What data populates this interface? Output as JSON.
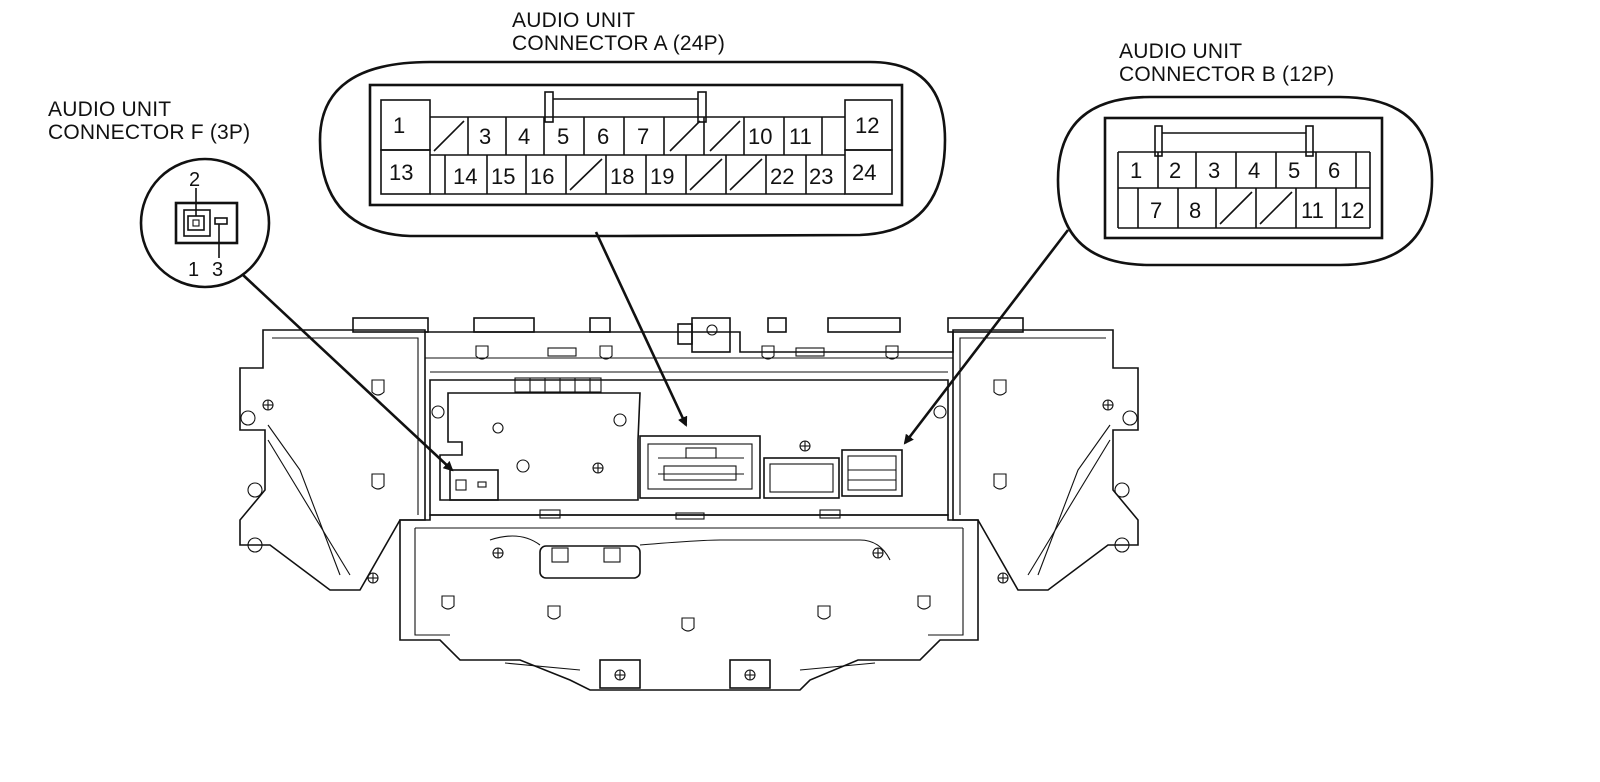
{
  "labels": {
    "connector_a": [
      "AUDIO UNIT",
      "CONNECTOR A (24P)"
    ],
    "connector_b": [
      "AUDIO UNIT",
      "CONNECTOR B (12P)"
    ],
    "connector_f": [
      "AUDIO UNIT",
      "CONNECTOR F (3P)"
    ]
  },
  "connector_a": {
    "row1": [
      "1",
      "",
      "3",
      "4",
      "5",
      "6",
      "7",
      "",
      "",
      "10",
      "11",
      "",
      "12"
    ],
    "row2": [
      "13",
      "",
      "14",
      "15",
      "16",
      "",
      "18",
      "19",
      "",
      "",
      "22",
      "23",
      "24"
    ]
  },
  "connector_b": {
    "row1": [
      "1",
      "2",
      "3",
      "4",
      "5",
      "6"
    ],
    "row2": [
      "",
      "7",
      "8",
      "",
      "",
      "11",
      "12"
    ]
  },
  "connector_f": {
    "top": "2",
    "bottom_left": "1",
    "bottom_right": "3"
  },
  "colors": {
    "line": "#111111",
    "background": "#ffffff"
  }
}
